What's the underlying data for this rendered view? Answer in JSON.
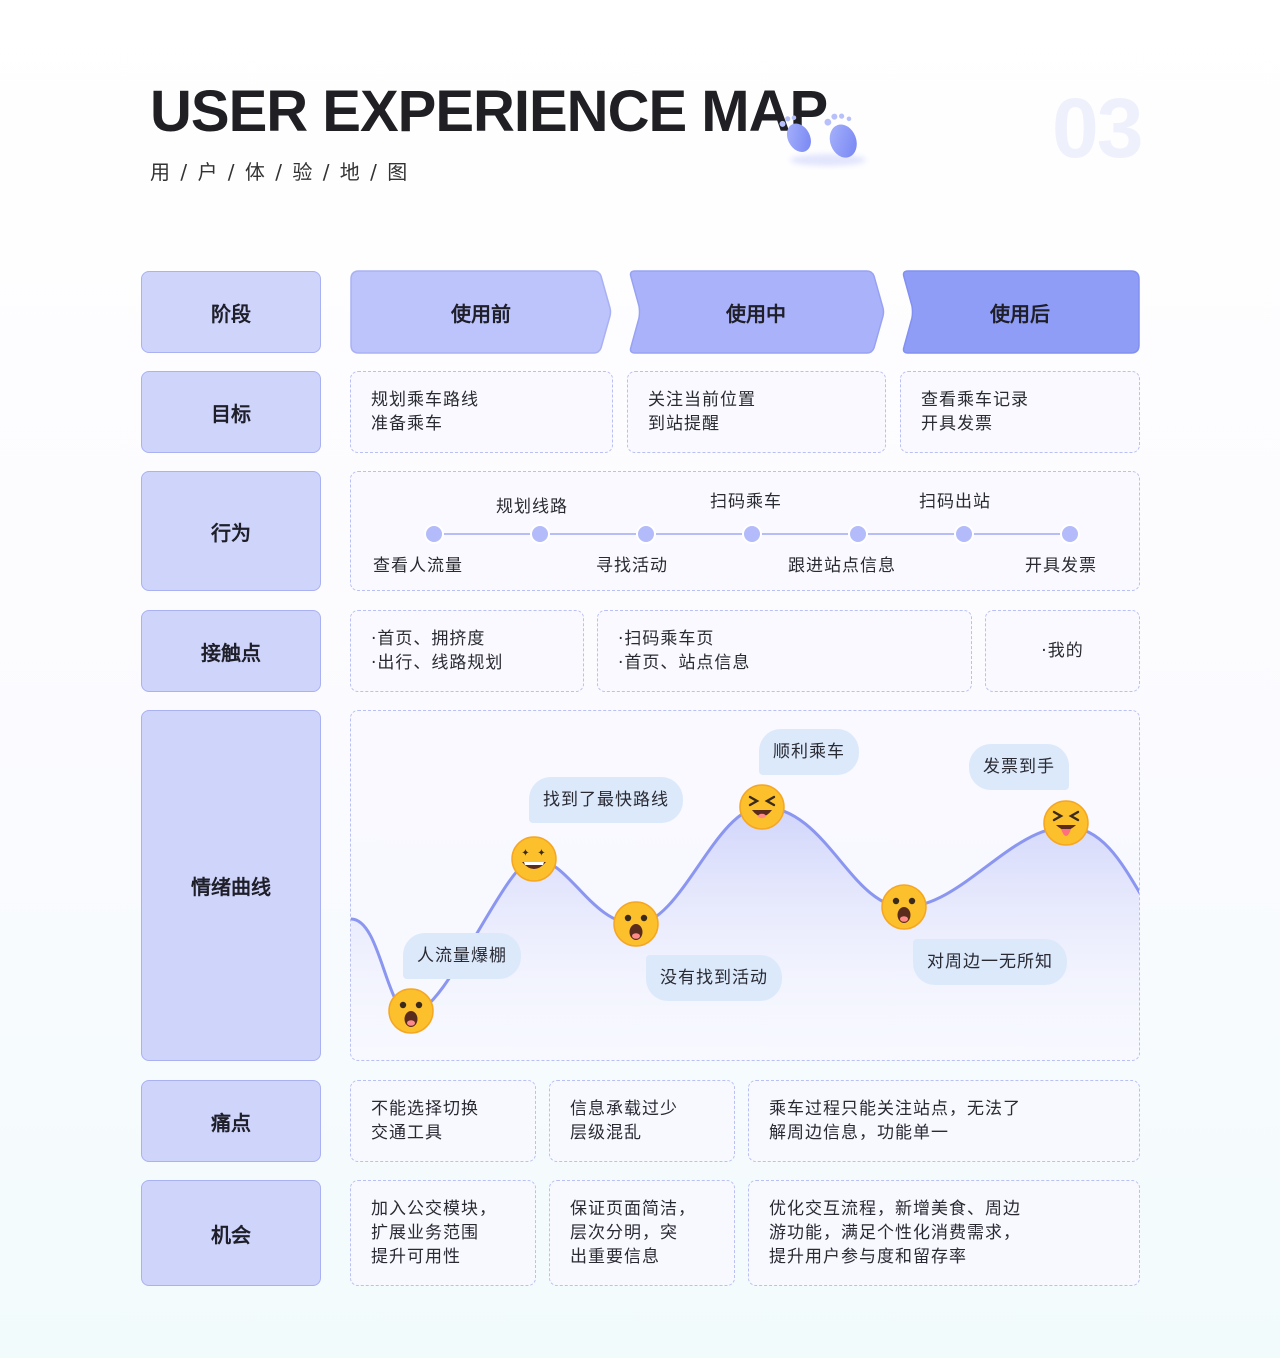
{
  "header": {
    "title": "USER EXPERIENCE MAP",
    "subtitle": "用 / 户 / 体 / 验 / 地 / 图",
    "page_number": "03",
    "decoration_icon": "footprints-icon"
  },
  "rows": {
    "stage": "阶段",
    "goal": "目标",
    "action": "行为",
    "touchpoint": "接触点",
    "emotion": "情绪曲线",
    "pain": "痛点",
    "opportunity": "机会"
  },
  "stages": [
    "使用前",
    "使用中",
    "使用后"
  ],
  "goals": [
    [
      "规划乘车路线",
      "准备乘车"
    ],
    [
      "关注当前位置",
      "到站提醒"
    ],
    [
      "查看乘车记录",
      "开具发票"
    ]
  ],
  "actions": [
    {
      "label": "查看人流量",
      "position": "below"
    },
    {
      "label": "规划线路",
      "position": "above"
    },
    {
      "label": "寻找活动",
      "position": "below"
    },
    {
      "label": "扫码乘车",
      "position": "above"
    },
    {
      "label": "跟进站点信息",
      "position": "below"
    },
    {
      "label": "扫码出站",
      "position": "above"
    },
    {
      "label": "开具发票",
      "position": "below"
    }
  ],
  "touchpoints": [
    [
      "·首页、拥挤度",
      "·出行、线路规划"
    ],
    [
      "·扫码乘车页",
      "·首页、站点信息"
    ],
    [
      "·我的"
    ]
  ],
  "emotions": [
    {
      "label": "人流量爆棚",
      "mood": "shocked"
    },
    {
      "label": "找到了最快路线",
      "mood": "starstruck"
    },
    {
      "label": "没有找到活动",
      "mood": "shocked"
    },
    {
      "label": "顺利乘车",
      "mood": "laughing"
    },
    {
      "label": "对周边一无所知",
      "mood": "shocked"
    },
    {
      "label": "发票到手",
      "mood": "tongue-out"
    }
  ],
  "pains": [
    [
      "不能选择切换",
      "交通工具"
    ],
    [
      "信息承载过少",
      "层级混乱"
    ],
    [
      "乘车过程只能关注站点，无法了",
      "解周边信息，功能单一"
    ]
  ],
  "opportunities": [
    [
      "加入公交模块，",
      "扩展业务范围",
      "提升可用性"
    ],
    [
      "保证页面简洁，",
      "层次分明，突",
      "出重要信息"
    ],
    [
      "优化交互流程，新增美食、周边",
      "游功能，满足个性化消费需求，",
      "提升用户参与度和留存率"
    ]
  ],
  "colors": {
    "label_bg": "#cfd4fb",
    "stage_before": "#bcc4fb",
    "stage_during": "#aab3fa",
    "stage_after": "#909df7",
    "curve": "#8b96f0",
    "bubble": "#dbe9fb",
    "emoji": "#fcc02d"
  }
}
